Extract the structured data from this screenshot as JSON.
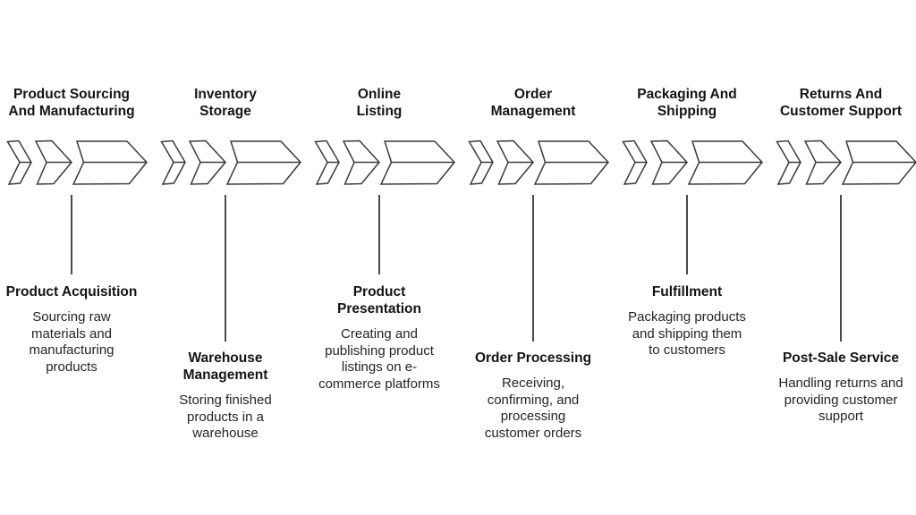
{
  "diagram": {
    "type": "process-flow",
    "background_color": "#ffffff",
    "outline_color": "#3a3a3a",
    "text_color": "#141414",
    "stages": [
      {
        "title": "Product Sourcing\nAnd Manufacturing",
        "label": "Product Acquisition",
        "description": "Sourcing raw\nmaterials and\nmanufacturing\nproducts",
        "detail_position": "high"
      },
      {
        "title": "Inventory\nStorage",
        "label": "Warehouse\nManagement",
        "description": "Storing finished\nproducts in a\nwarehouse",
        "detail_position": "low"
      },
      {
        "title": "Online\nListing",
        "label": "Product\nPresentation",
        "description": "Creating and\npublishing product\nlistings on e-\ncommerce platforms",
        "detail_position": "high"
      },
      {
        "title": "Order\nManagement",
        "label": "Order Processing",
        "description": "Receiving,\nconfirming, and\nprocessing\ncustomer orders",
        "detail_position": "low"
      },
      {
        "title": "Packaging And\nShipping",
        "label": "Fulfillment",
        "description": "Packaging products\nand shipping them\nto customers",
        "detail_position": "high"
      },
      {
        "title": "Returns And\nCustomer Support",
        "label": "Post-Sale Service",
        "description": "Handling returns and\nproviding customer\nsupport",
        "detail_position": "low"
      }
    ]
  }
}
